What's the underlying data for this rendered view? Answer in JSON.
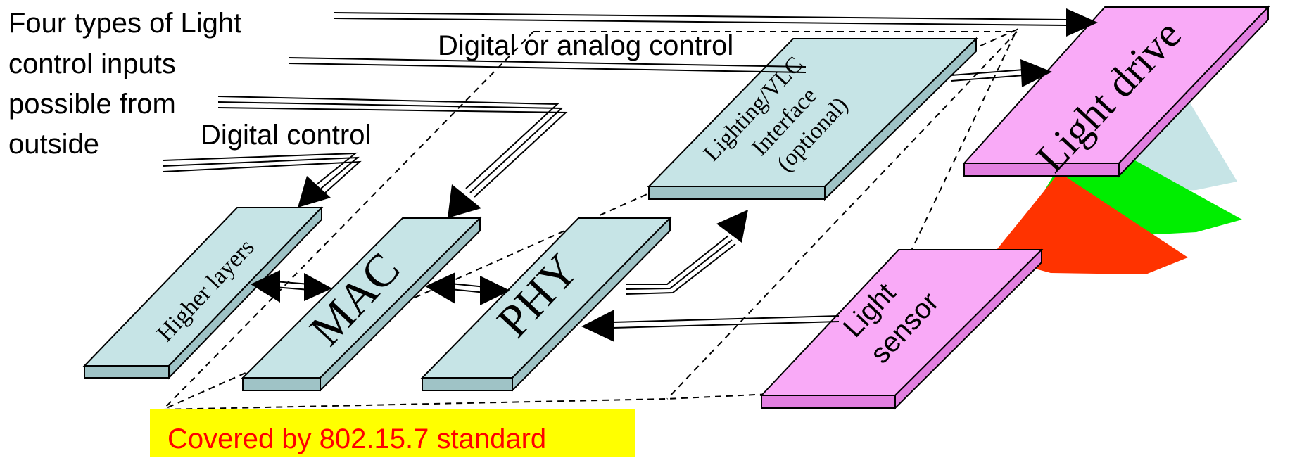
{
  "labels": {
    "four_types": [
      "Four types of Light",
      "control inputs",
      "possible from",
      "outside"
    ],
    "digital_or_analog": "Digital or analog control",
    "digital_control": "Digital control",
    "covered": "Covered by 802.15.7 standard"
  },
  "blocks": {
    "higher_layers": "Higher layers",
    "mac": "MAC",
    "phy": "PHY",
    "lighting_interface": [
      "Lighting/VLC",
      "Interface",
      "(optional)"
    ],
    "light_drive": "Light drive",
    "light_sensor": [
      "Light",
      "sensor"
    ]
  },
  "colors": {
    "block_fill": "#c6e4e6",
    "block_side": "#9fc3c6",
    "pink_fill": "#f9aaf7",
    "pink_side": "#e27fe0",
    "cone_red": "#ff3300",
    "cone_green": "#00ee00",
    "cone_cyan": "#c6e4e6",
    "banner_bg": "#ffff00",
    "banner_text": "#ff0000"
  }
}
